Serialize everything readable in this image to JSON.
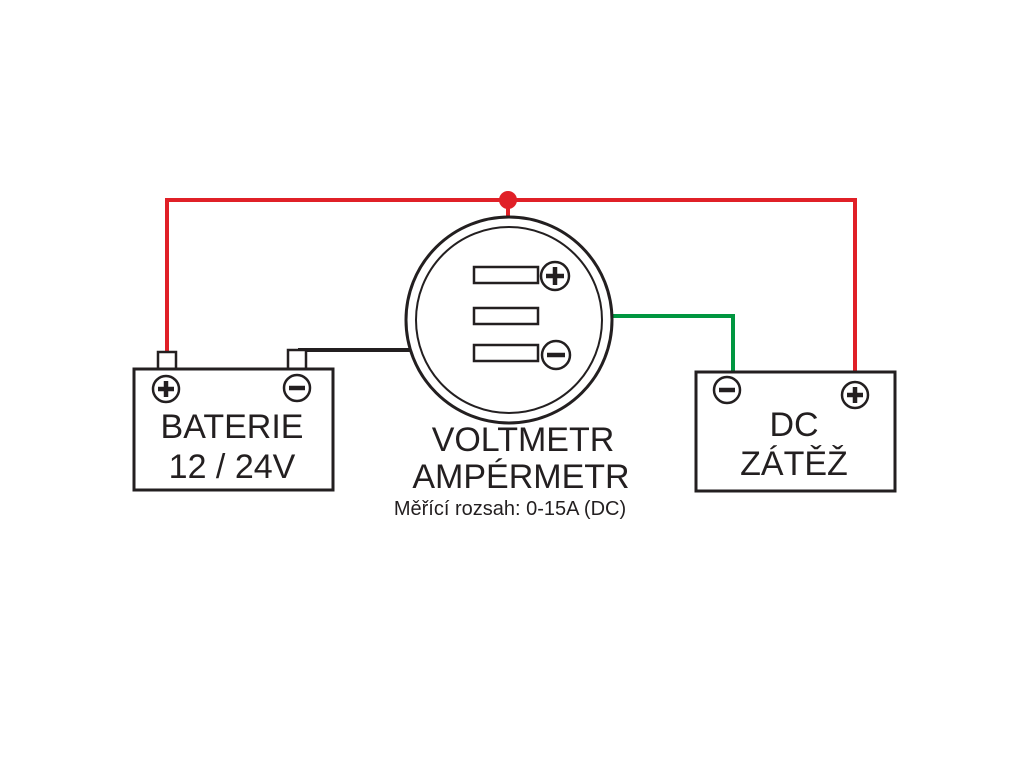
{
  "battery": {
    "line1": "BATERIE",
    "line2": "12 / 24V"
  },
  "meter": {
    "line1": "VOLTMETR",
    "line2": "AMPÉRMETR",
    "note": "Měřící rozsah: 0-15A (DC)"
  },
  "load": {
    "line1": "DC",
    "line2": "ZÁTĚŽ"
  },
  "colors": {
    "positive_wire": "#e02027",
    "negative_wire": "#231f20",
    "signal_wire": "#009640",
    "outline": "#231f20"
  },
  "terminal_icons": [
    "plus-icon",
    "minus-icon"
  ]
}
